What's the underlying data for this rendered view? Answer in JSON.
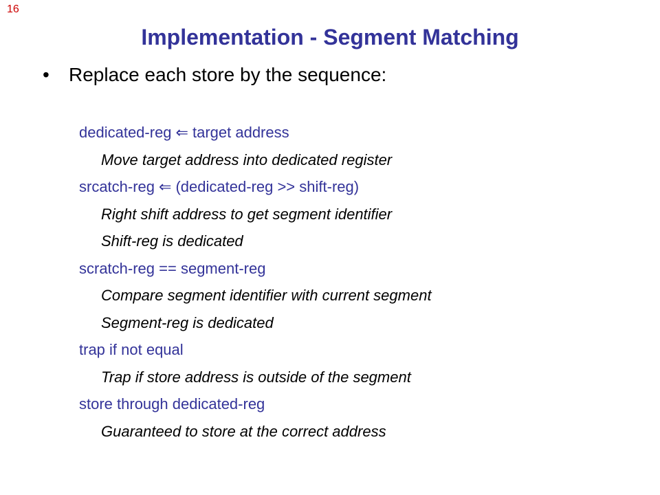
{
  "slide_number": "16",
  "title": "Implementation - Segment Matching",
  "bullet": {
    "marker": "•",
    "text": "Replace each store by the sequence:"
  },
  "steps": [
    {
      "op": {
        "before": "dedicated-reg",
        "arrow": "⇐",
        "after": "target address"
      },
      "notes": [
        "Move target address into dedicated register"
      ]
    },
    {
      "op": {
        "before": "srcatch-reg",
        "arrow": "⇐",
        "after": "(dedicated-reg >> shift-reg)"
      },
      "notes": [
        "Right shift address to get segment identifier",
        "Shift-reg is dedicated"
      ]
    },
    {
      "op": {
        "text": "scratch-reg == segment-reg"
      },
      "notes": [
        "Compare segment identifier with current segment",
        "Segment-reg is dedicated"
      ]
    },
    {
      "op": {
        "text": "trap if not equal"
      },
      "notes": [
        "Trap if store address is outside of the segment"
      ]
    },
    {
      "op": {
        "text": "store through dedicated-reg"
      },
      "notes": [
        "Guaranteed to store at the correct address"
      ]
    }
  ]
}
